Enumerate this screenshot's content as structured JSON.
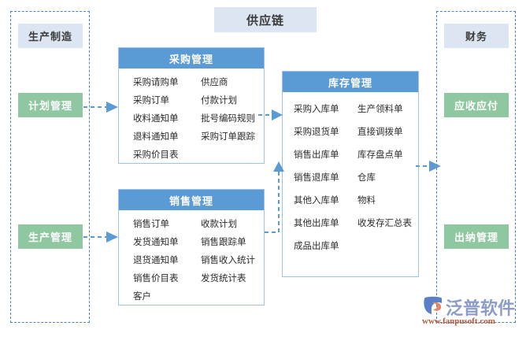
{
  "title": {
    "label": "供应链"
  },
  "left_group": {
    "name": "生产制造分组",
    "tags": [
      {
        "key": "production_manufacture",
        "label": "生产制造",
        "style": "blue"
      },
      {
        "key": "plan_management",
        "label": "计划管理",
        "style": "green"
      },
      {
        "key": "production_management",
        "label": "生产管理",
        "style": "green"
      }
    ]
  },
  "right_group": {
    "name": "财务分组",
    "tags": [
      {
        "key": "finance",
        "label": "财务",
        "style": "blue"
      },
      {
        "key": "receivable_payable",
        "label": "应收应付",
        "style": "green"
      },
      {
        "key": "cashier_management",
        "label": "出纳管理",
        "style": "green"
      }
    ]
  },
  "modules": {
    "purchase": {
      "title": "采购管理",
      "items": [
        "采购请购单",
        "供应商",
        "采购订单",
        "付款计划",
        "收料通知单",
        "批号编码规则",
        "退料通知单",
        "采购订单跟踪",
        "采购价目表",
        ""
      ]
    },
    "inventory": {
      "title": "库存管理",
      "items": [
        "采购入库单",
        "生产领料单",
        "采购退货单",
        "直接调拨单",
        "销售出库单",
        "库存盘点单",
        "销售退库单",
        "仓库",
        "其他入库单",
        "物料",
        "其他出库单",
        "收发存汇总表",
        "成品出库单",
        ""
      ]
    },
    "sales": {
      "title": "销售管理",
      "items": [
        "销售订单",
        "收款计划",
        "发货通知单",
        "销售跟踪单",
        "退货通知单",
        "销售收入统计",
        "销售价目表",
        "发货统计表",
        "客户",
        ""
      ]
    }
  },
  "connectors": [
    {
      "key": "plan_to_purchase",
      "from": "计划管理",
      "to": "采购管理"
    },
    {
      "key": "purchase_to_inventory",
      "from": "采购管理",
      "to": "库存管理"
    },
    {
      "key": "production_to_sales",
      "from": "生产管理",
      "to": "销售管理"
    },
    {
      "key": "sales_to_inventory",
      "from": "销售管理",
      "to": "库存管理"
    },
    {
      "key": "inventory_to_finance",
      "from": "库存管理",
      "to": "财务"
    }
  ],
  "watermark": {
    "brand": "泛普软件",
    "url": "www.fanpusoft.com"
  },
  "colors": {
    "header_blue": "#5b9bd5",
    "tag_blue": "#dce6f2",
    "tag_green": "#8fc7a0",
    "border_blue": "#9dc3e6",
    "dash_blue": "#4f81bd"
  }
}
